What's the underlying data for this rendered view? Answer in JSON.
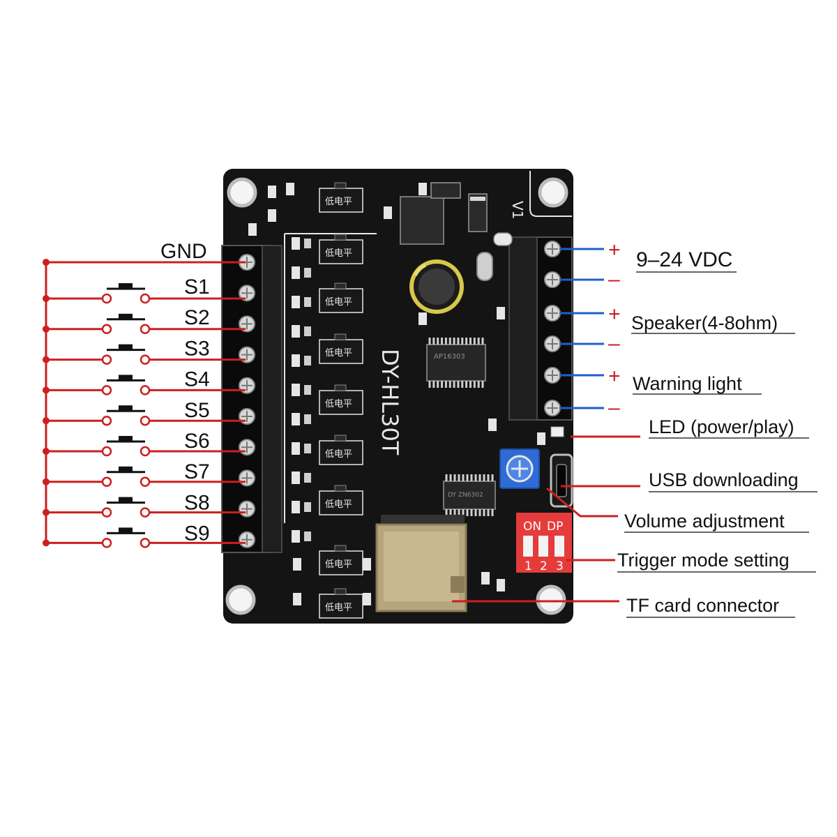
{
  "board": {
    "model": "DY-HL30T",
    "version_mark": "V1",
    "chip_label": "低电平",
    "ic_1_text": "AP16303",
    "ic_2_text": "DY ZN6302"
  },
  "left_labels": {
    "gnd": "GND",
    "switches": [
      "S1",
      "S2",
      "S3",
      "S4",
      "S5",
      "S6",
      "S7",
      "S8",
      "S9"
    ]
  },
  "right_labels": {
    "power": "9–24 VDC",
    "speaker": "Speaker(4-8ohm)",
    "warning": "Warning light",
    "led": "LED (power/play)",
    "usb": "USB downloading",
    "volume": "Volume adjustment",
    "trigger": "Trigger mode setting",
    "tf": "TF card connector"
  },
  "polarity": {
    "plus": "+",
    "minus": "–"
  },
  "dip_switch": {
    "on_label": "ON",
    "dp_label": "DP",
    "numbers": [
      "1",
      "2",
      "3"
    ]
  },
  "colors": {
    "board": "#141414",
    "wire_red": "#cc1f1f",
    "wire_blue": "#1f5fcc",
    "dip_red": "#e53b3b",
    "pot_blue": "#2f6bd6"
  }
}
